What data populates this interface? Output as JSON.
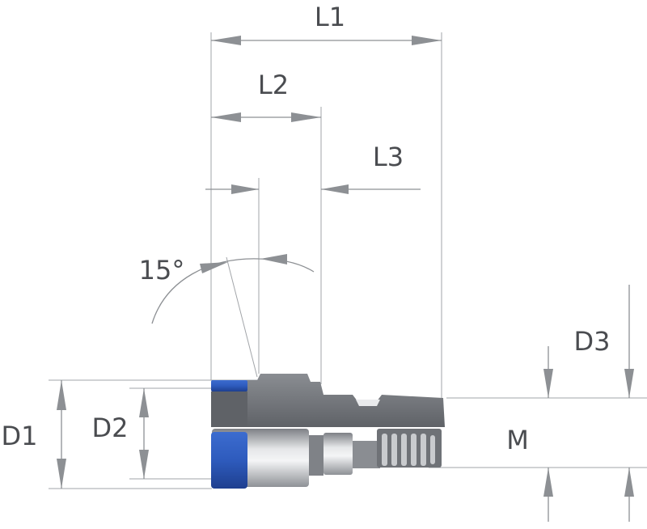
{
  "labels": {
    "L1": "L1",
    "L2": "L2",
    "L3": "L3",
    "angle": "15°",
    "D1": "D1",
    "D2": "D2",
    "D3": "D3",
    "M": "M"
  },
  "colors": {
    "body_dark": "#6b6e73",
    "body_mid": "#9a9da2",
    "body_light": "#d8dadd",
    "flange_blue": "#2a56b8",
    "dimension_line": "#8d9094",
    "text": "#4a4c50"
  }
}
